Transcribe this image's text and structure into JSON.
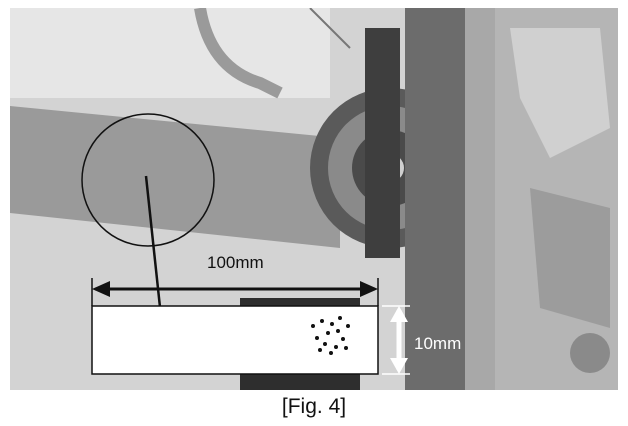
{
  "figure": {
    "caption": "[Fig. 4]",
    "dimension_width": "100mm",
    "dimension_height": "10mm"
  }
}
